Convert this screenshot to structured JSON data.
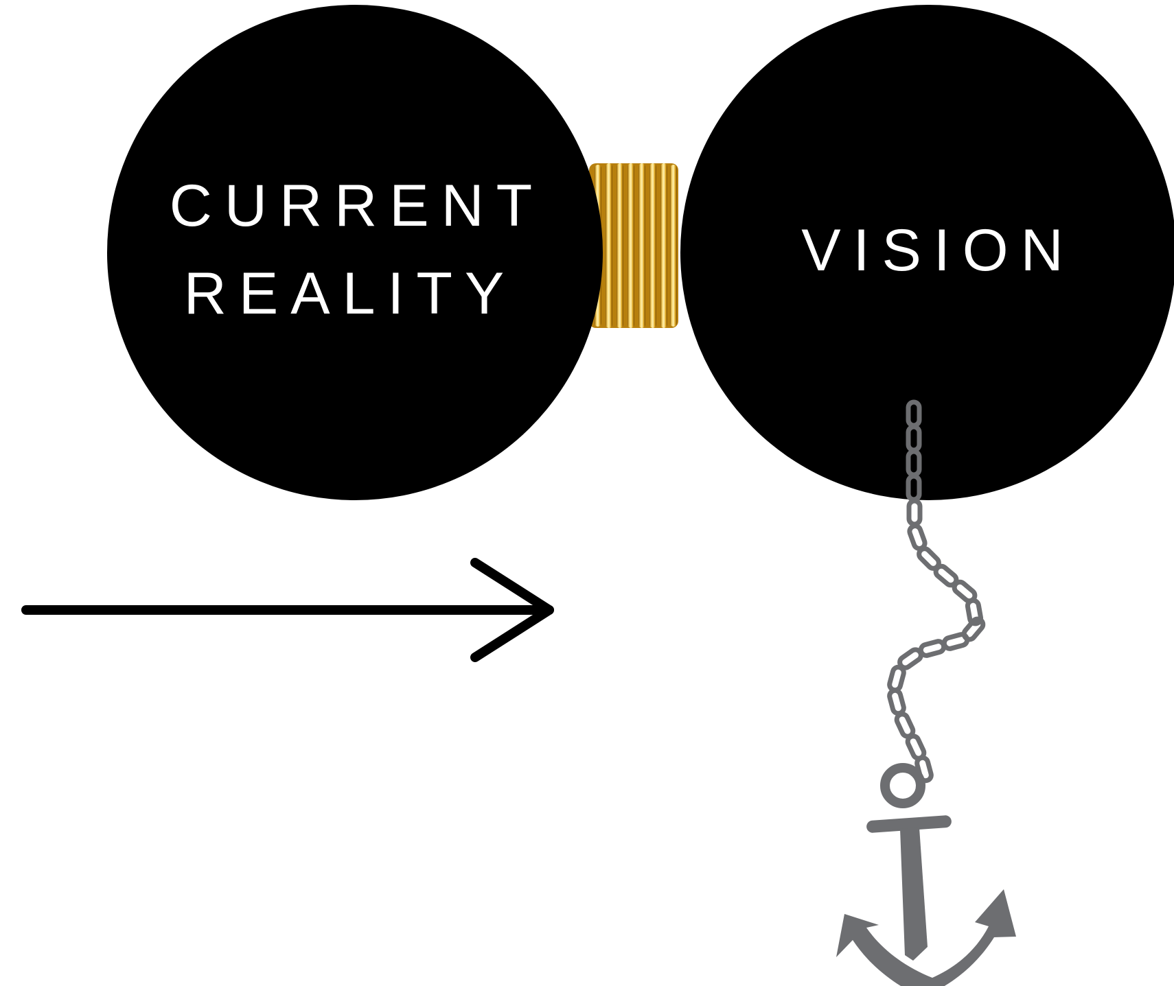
{
  "diagram": {
    "left_circle": {
      "line1": "CURRENT",
      "line2": "REALITY"
    },
    "right_circle": {
      "label": "VISION"
    },
    "colors": {
      "circle_fill": "#000000",
      "label_color": "#ffffff",
      "spring_color": "#d4a017",
      "anchor_color": "#6d6e71",
      "arrow_color": "#000000"
    },
    "icons": [
      "gold-spring-icon",
      "chain-icon",
      "anchor-icon",
      "right-arrow-icon"
    ]
  }
}
